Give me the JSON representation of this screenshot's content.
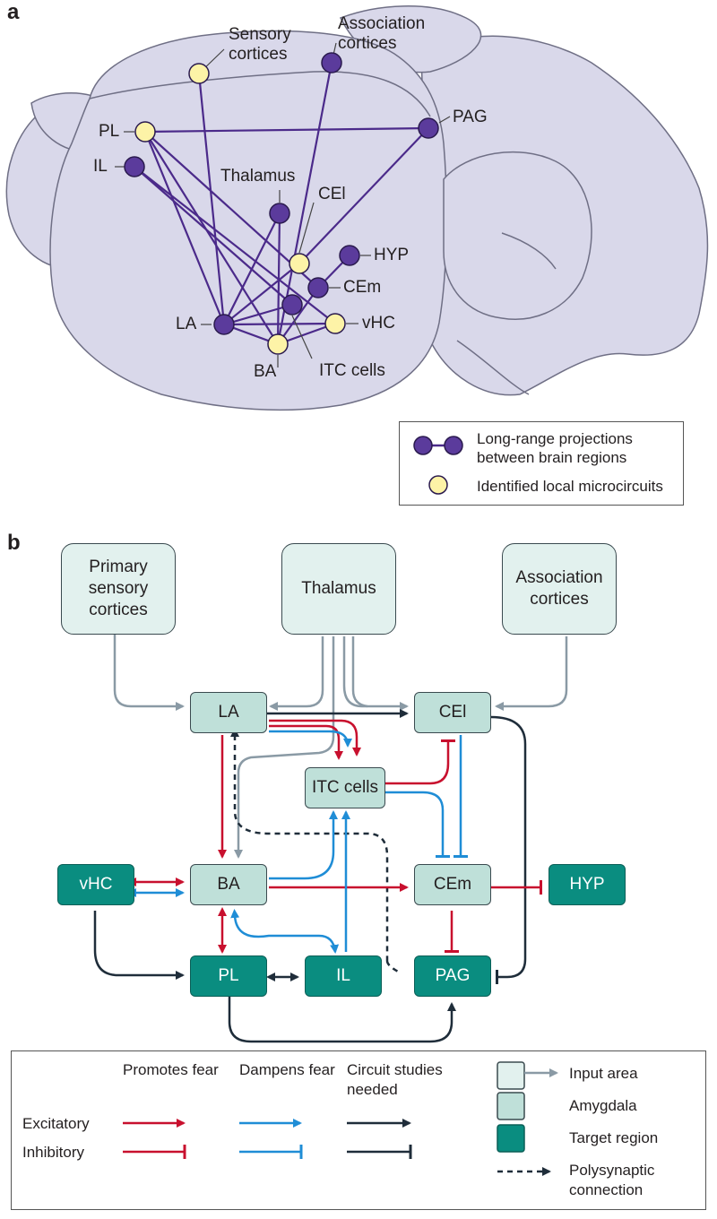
{
  "panel_a": {
    "letter": "a",
    "labels": {
      "sensory": "Sensory cortices",
      "association": "Association cortices",
      "pl": "PL",
      "il": "IL",
      "pag": "PAG",
      "thalamus": "Thalamus",
      "cel": "CEl",
      "hyp": "HYP",
      "cem": "CEm",
      "la": "LA",
      "vhc": "vHC",
      "ba": "BA",
      "itc": "ITC cells"
    },
    "legend": {
      "projections": "Long-range projections between brain regions",
      "microcircuits": "Identified local microcircuits"
    },
    "colors": {
      "brain": "#d9d8ea",
      "brain_outline": "#6f6f85",
      "projection": "#4b2a8a",
      "node_purple": "#5b3b9c",
      "node_yellow": "#fdf3a7"
    }
  },
  "panel_b": {
    "letter": "b",
    "boxes": {
      "primary_sensory": "Primary sensory cortices",
      "thalamus": "Thalamus",
      "association": "Association cortices",
      "la": "LA",
      "cel": "CEl",
      "itc": "ITC cells",
      "vhc": "vHC",
      "ba": "BA",
      "cem": "CEm",
      "hyp": "HYP",
      "pl": "PL",
      "il": "IL",
      "pag": "PAG"
    },
    "legend": {
      "promotes": "Promotes fear",
      "dampens": "Dampens fear",
      "circuit": "Circuit studies needed",
      "excitatory": "Excitatory",
      "inhibitory": "Inhibitory",
      "input_area": "Input area",
      "amygdala": "Amygdala",
      "target_region": "Target region",
      "polysynaptic": "Polysynaptic connection"
    },
    "colors": {
      "red": "#c8102e",
      "blue": "#1f8dd6",
      "dark": "#1f2d3a",
      "grey": "#8a9aa5",
      "input_fill": "#e2f1ee",
      "amygdala_fill": "#bfe0d9",
      "target_fill": "#0a8d80"
    }
  }
}
